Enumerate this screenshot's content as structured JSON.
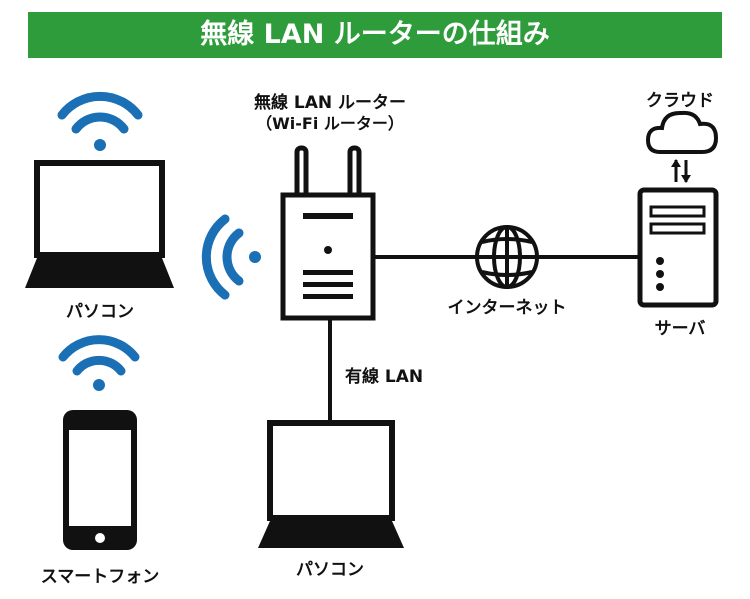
{
  "title": "無線 LAN ルーターの仕組み",
  "labels": {
    "router_name": "無線 LAN ルーター",
    "router_sub": "（Wi-Fi ルーター）",
    "cloud": "クラウド",
    "internet": "インターネット",
    "server": "サーバ",
    "wired_lan": "有線 LAN",
    "pc_wireless": "パソコン",
    "smartphone": "スマートフォン",
    "pc_wired": "パソコン"
  },
  "colors": {
    "title_bg": "#2e9c3a",
    "wifi": "#1a6fb5",
    "line": "#111111"
  },
  "icons": [
    "wifi-icon",
    "laptop-icon",
    "smartphone-icon",
    "router-icon",
    "globe-icon",
    "cloud-icon",
    "server-icon",
    "arrows-icon"
  ]
}
